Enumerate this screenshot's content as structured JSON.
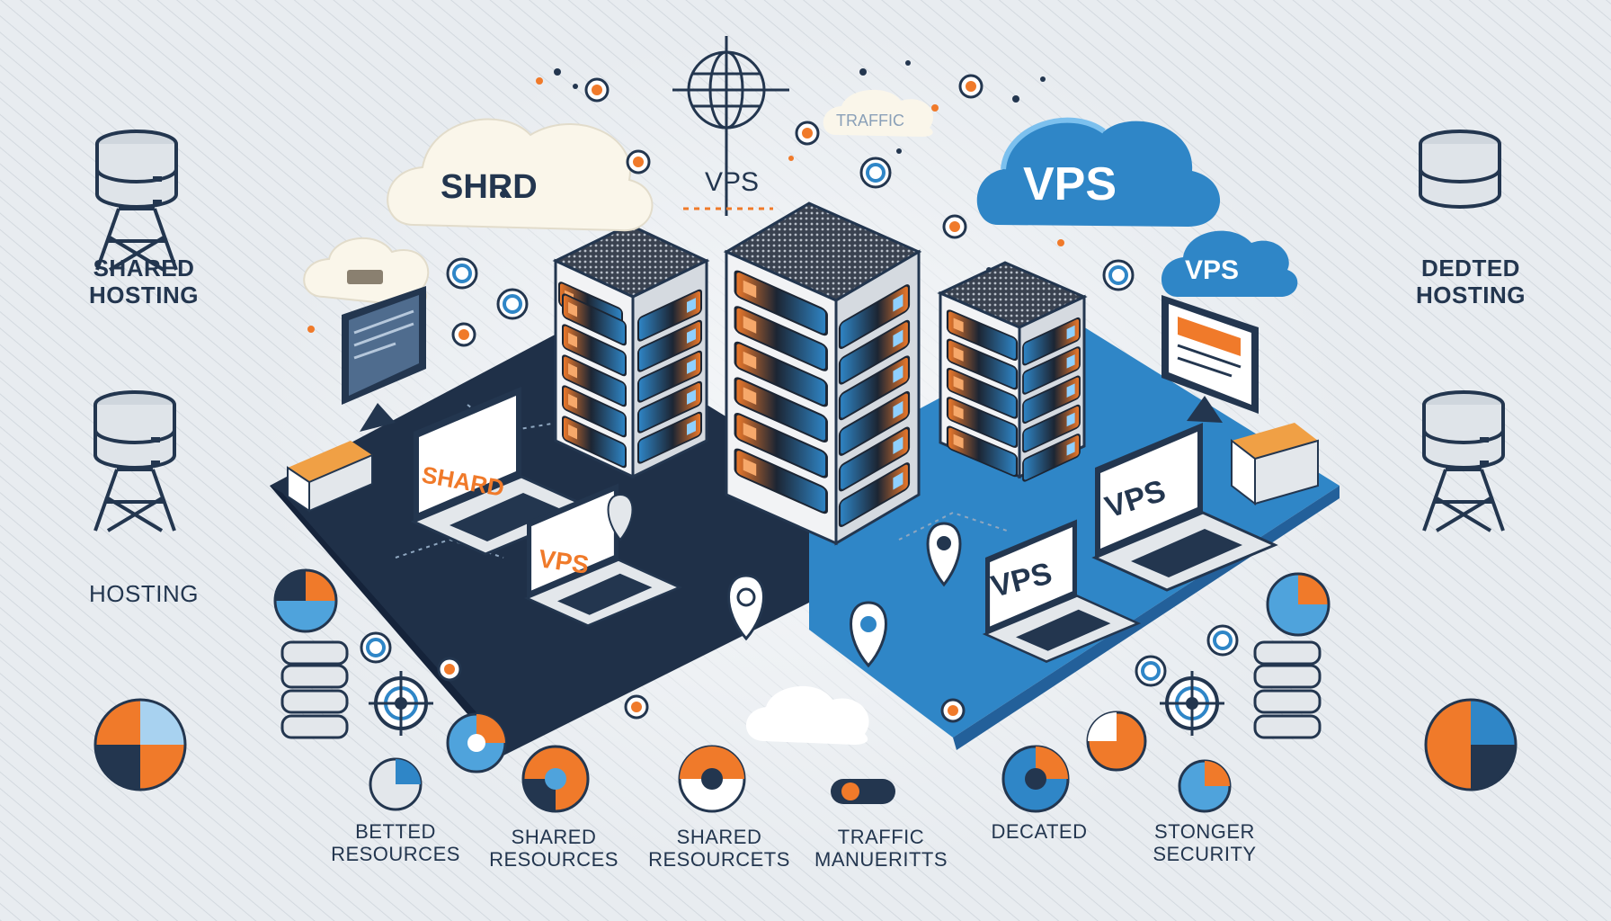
{
  "colors": {
    "background": "#e6eaee",
    "navy": "#1f3048",
    "blue": "#2f86c7",
    "orange": "#f07a2a",
    "light_blue": "#4fa3dc"
  },
  "clouds": {
    "shared_cloud": "SHRD",
    "vps_label_small": "VPS",
    "vps_cloud_large": "VPS",
    "vps_cloud_small": "VPS",
    "traffic_cloud": "TRAFFIC"
  },
  "laptops": {
    "shared_laptop": "SHARD",
    "vps_laptop_left": "VPS",
    "vps_laptop_right": "VPS",
    "vps_laptop_far_right": "VPS"
  },
  "side_labels": {
    "left_top": [
      "SHARED",
      "HOSTING"
    ],
    "left_middle": "HOSTING",
    "right_top": [
      "DEDTED",
      "HOSTING"
    ]
  },
  "bottom_labels": [
    [
      "BETTED",
      "RESOURCES"
    ],
    [
      "SHARED",
      "RESOURCES"
    ],
    [
      "SHARED",
      "RESOURCETS"
    ],
    [
      "TRAFFIC",
      "MANUERITTS"
    ],
    [
      "DECATED",
      ""
    ],
    [
      "STONGER",
      "SECURITY"
    ]
  ],
  "icons": [
    "database-tower-icon",
    "pie-chart-icon",
    "globe-icon",
    "server-rack-icon",
    "laptop-icon",
    "monitor-icon",
    "location-pin-icon",
    "target-icon",
    "cloud-icon"
  ]
}
